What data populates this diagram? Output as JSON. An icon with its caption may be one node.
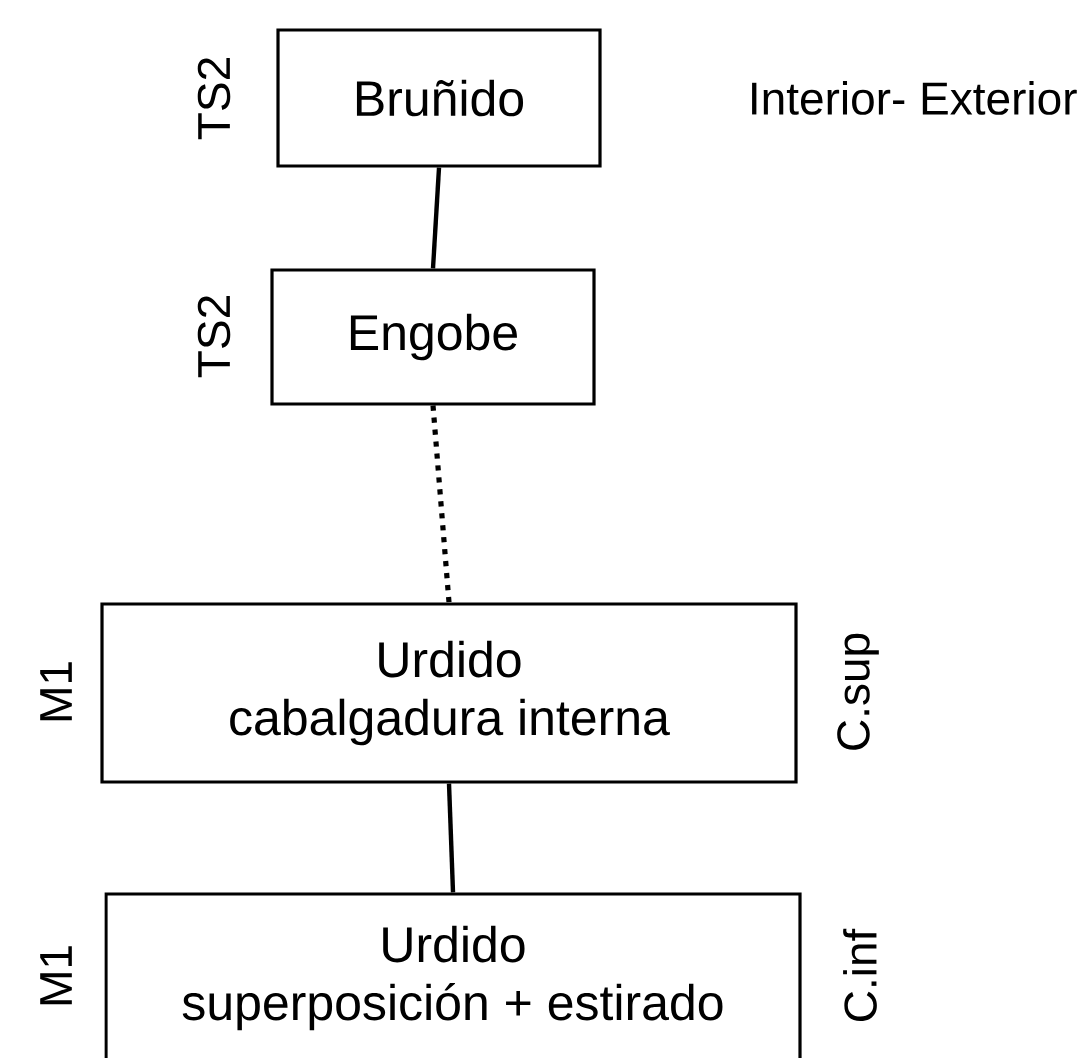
{
  "diagram": {
    "nodes": [
      {
        "text": [
          "Bruñido"
        ],
        "beside": [
          "TS2",
          "Interior- Exterior"
        ]
      },
      {
        "text": [
          "Engobe"
        ],
        "beside": [
          "TS2"
        ]
      },
      {
        "text": [
          "Urdido",
          "cabalgadura interna"
        ],
        "beside": [
          "M1",
          "C.sup"
        ]
      },
      {
        "text": [
          "Urdido",
          "superposición + estirado"
        ],
        "beside": [
          "M1",
          "C.inf"
        ]
      }
    ],
    "edges": [
      {
        "from": 0,
        "to": 1,
        "arrow": "none"
      },
      {
        "from": 1,
        "to": 2,
        "arrow": "none",
        "style": "dashed"
      },
      {
        "from": 2,
        "to": 3,
        "arrow": "none"
      }
    ]
  }
}
